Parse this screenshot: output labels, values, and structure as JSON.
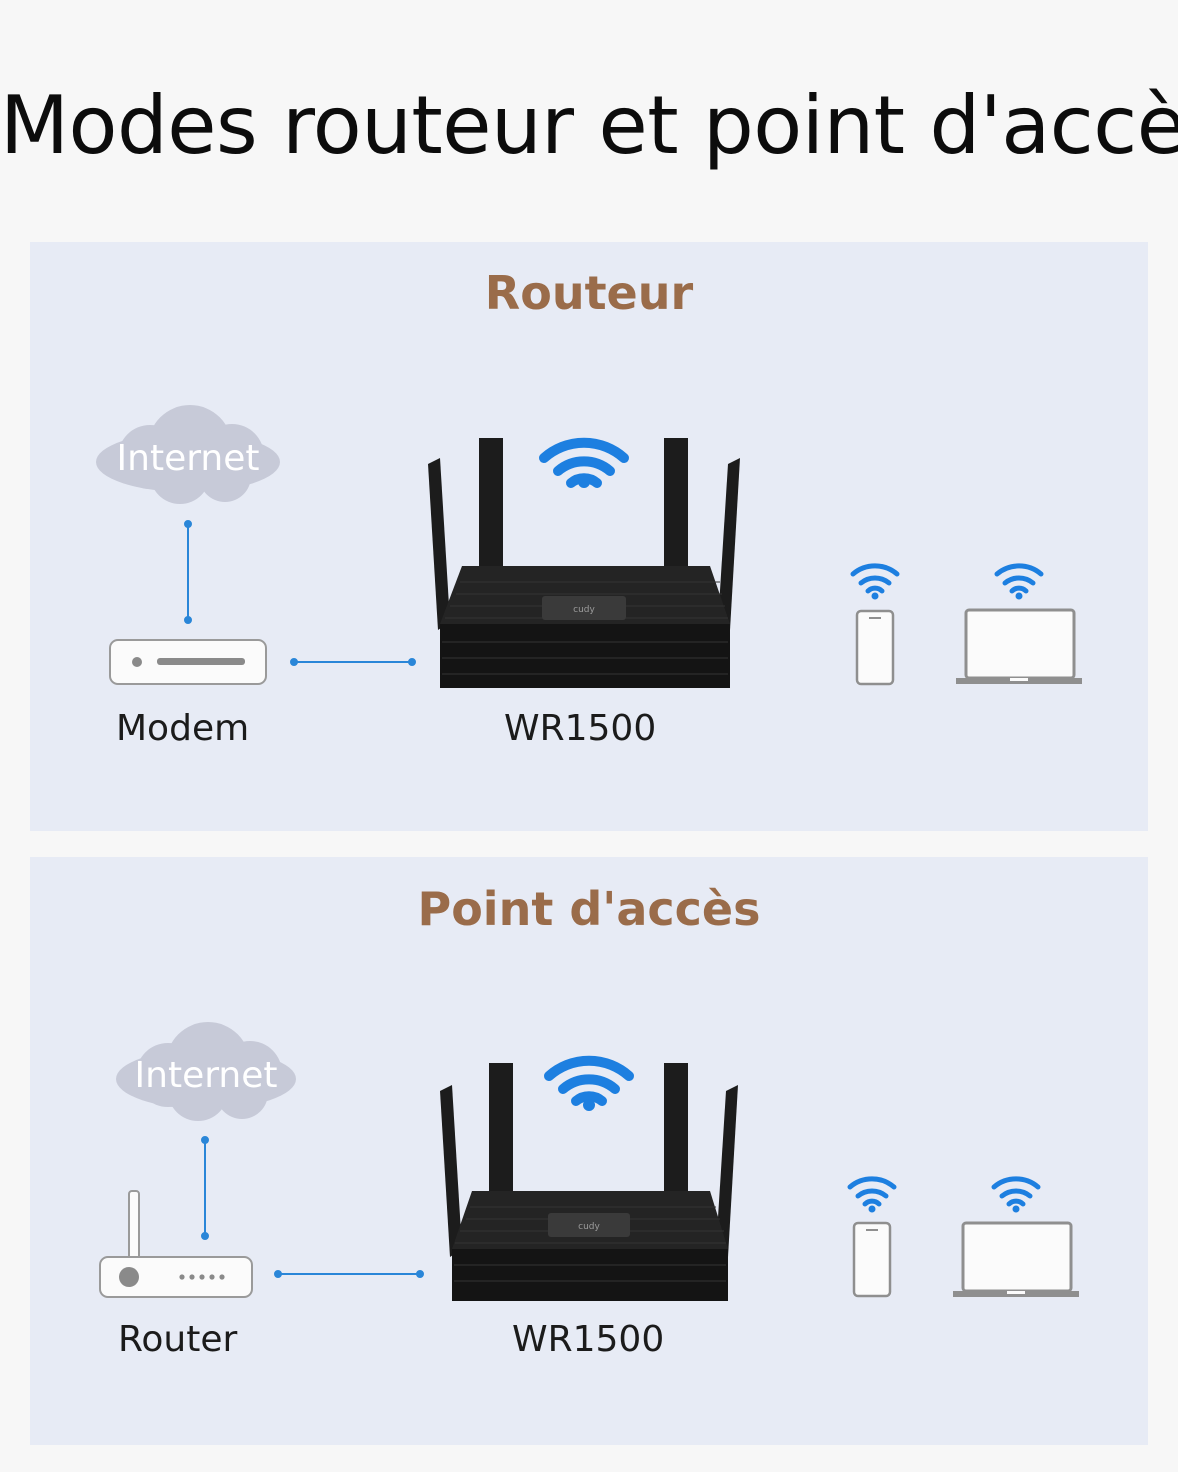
{
  "page": {
    "title": "Modes routeur et point d'accès"
  },
  "colors": {
    "panel_background": "#e7ebf5",
    "accent_title": "#9a6c4a",
    "wifi_blue": "#1d7fe0",
    "link_line": "#2a86d8",
    "cloud": "#c7cad8",
    "router_body": "#141414",
    "device_outline": "#8f8f8f"
  },
  "router_mode": {
    "title": "Routeur",
    "cloud_label": "Internet",
    "modem_label": "Modem",
    "router_label": "WR1500",
    "router_logo": "cudy",
    "icons": [
      "cloud-icon",
      "modem-icon",
      "wifi-icon",
      "router-icon",
      "smartphone-icon",
      "laptop-icon"
    ]
  },
  "ap_mode": {
    "title": "Point d'accès",
    "cloud_label": "Internet",
    "upstream_label": "Router",
    "router_label": "WR1500",
    "router_logo": "cudy",
    "icons": [
      "cloud-icon",
      "router-with-antenna-icon",
      "wifi-icon",
      "router-icon",
      "smartphone-icon",
      "laptop-icon"
    ]
  }
}
